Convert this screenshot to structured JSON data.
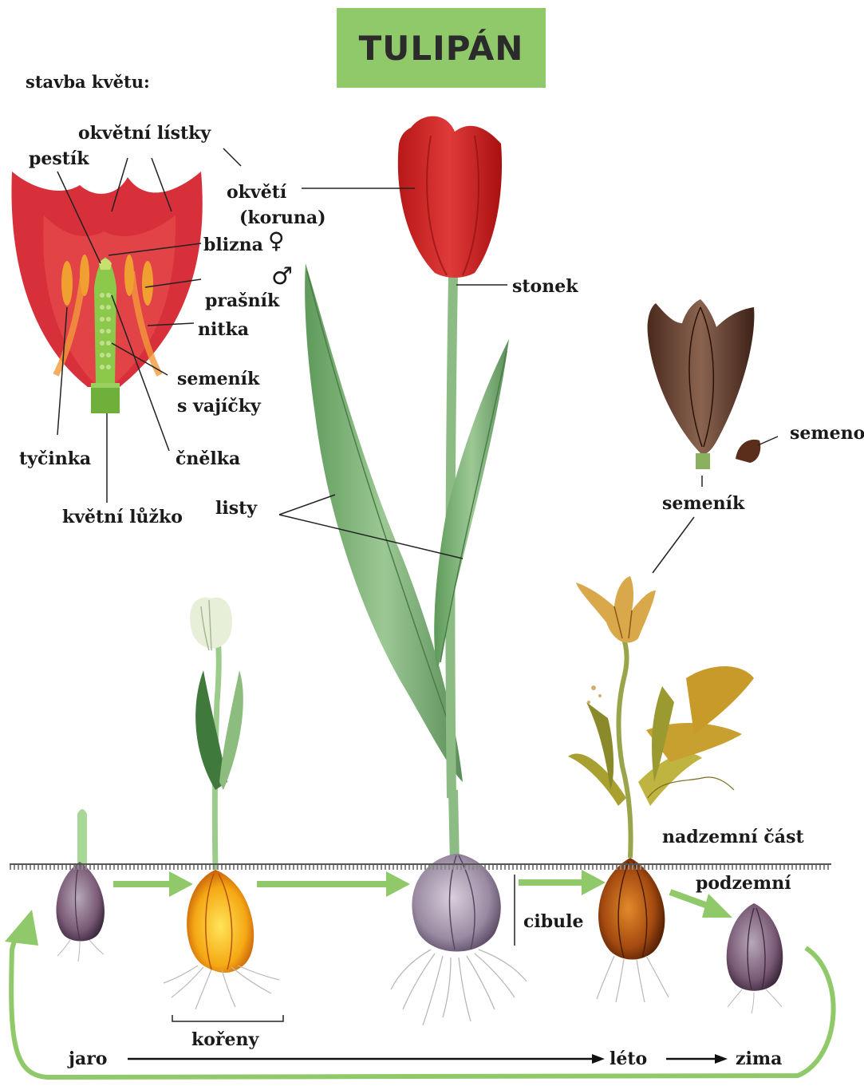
{
  "title": "TULIPÁN",
  "colors": {
    "title_bg": "#8fc96a",
    "arrow": "#8fc96a",
    "petal": "#d92b2b",
    "leaf": "#7fb078"
  },
  "labels": {
    "flower_structure": "stavba květu:",
    "tepals": "okvětní lístky",
    "pistil": "pestík",
    "perianth": "okvětí",
    "corolla": "(koruna)",
    "stigma": "blizna",
    "female_symbol": "♀",
    "male_symbol": "♂",
    "anther": "prašník",
    "filament": "nitka",
    "ovary_line1": "semeník",
    "ovary_line2": "s vajíčky",
    "stamen": "tyčinka",
    "style": "čnělka",
    "receptacle": "květní lůžko",
    "stem": "stonek",
    "leaves": "listy",
    "seed": "semeno",
    "seed_pod": "semeník",
    "aboveground": "nadzemní část",
    "underground": "podzemní",
    "bulb": "cibule",
    "roots": "kořeny",
    "spring": "jaro",
    "summer": "léto",
    "winter": "zima"
  }
}
